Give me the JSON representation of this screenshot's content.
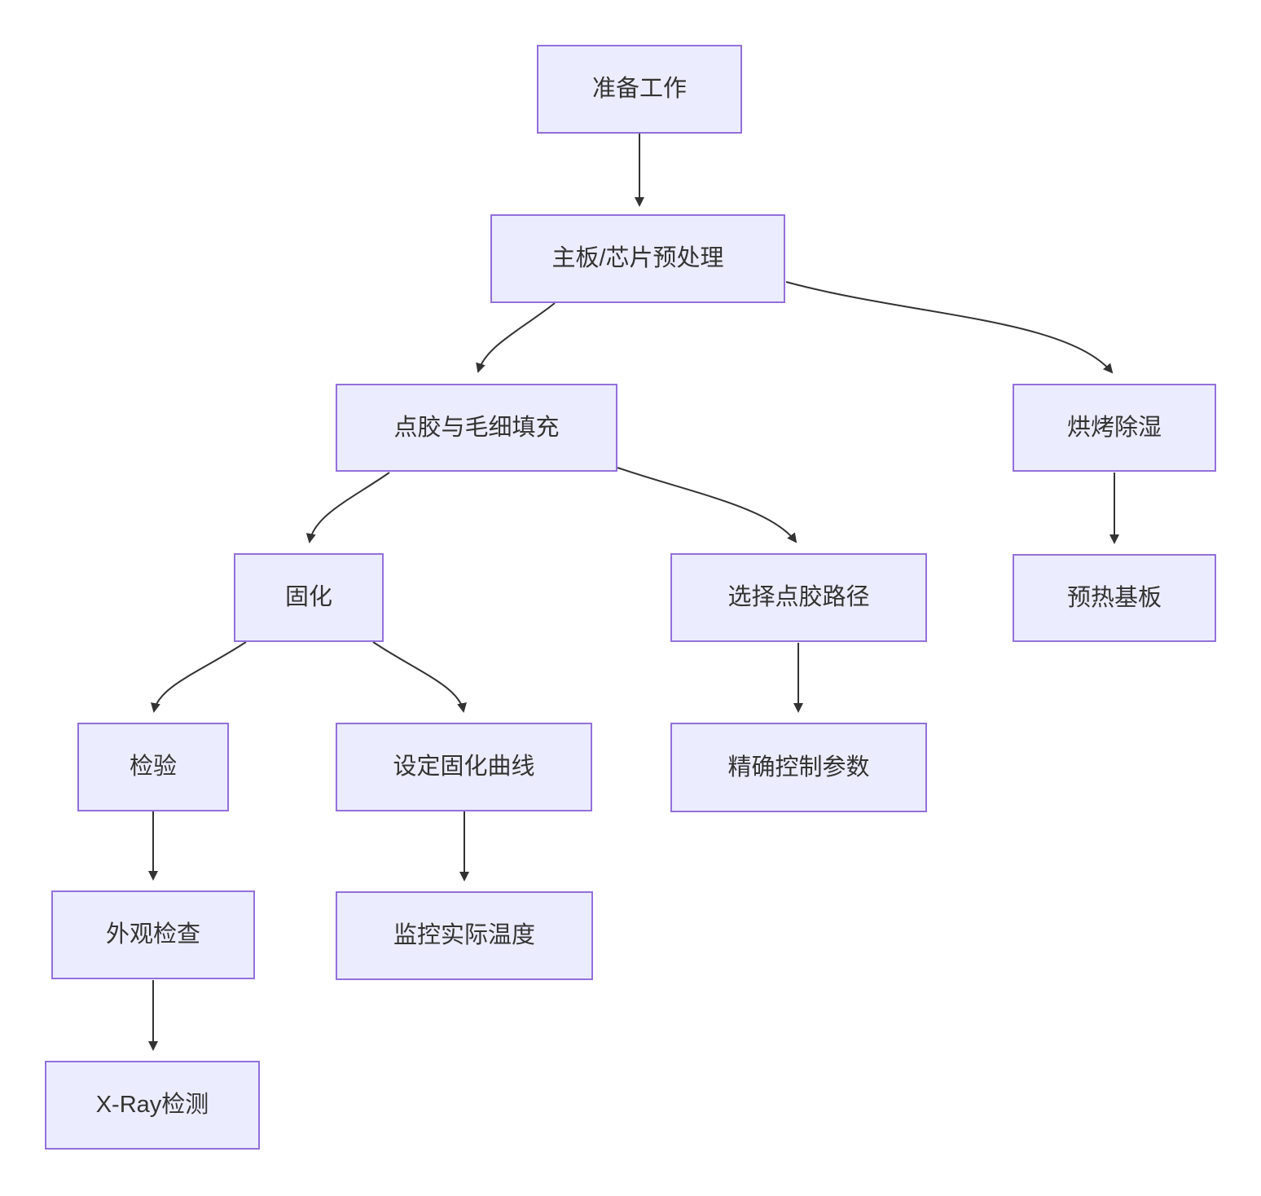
{
  "diagram": {
    "type": "flowchart",
    "direction": "top-down",
    "nodes": [
      {
        "id": "A",
        "label": "准备工作"
      },
      {
        "id": "B",
        "label": "主板/芯片预处理"
      },
      {
        "id": "C",
        "label": "点胶与毛细填充"
      },
      {
        "id": "D",
        "label": "烘烤除湿"
      },
      {
        "id": "E",
        "label": "固化"
      },
      {
        "id": "F",
        "label": "选择点胶路径"
      },
      {
        "id": "G",
        "label": "预热基板"
      },
      {
        "id": "H",
        "label": "检验"
      },
      {
        "id": "I",
        "label": "设定固化曲线"
      },
      {
        "id": "J",
        "label": "精确控制参数"
      },
      {
        "id": "K",
        "label": "外观检查"
      },
      {
        "id": "L",
        "label": "监控实际温度"
      },
      {
        "id": "M",
        "label": "X-Ray检测"
      }
    ],
    "edges": [
      {
        "from": "准备工作",
        "to": "主板/芯片预处理"
      },
      {
        "from": "主板/芯片预处理",
        "to": "点胶与毛细填充"
      },
      {
        "from": "主板/芯片预处理",
        "to": "烘烤除湿"
      },
      {
        "from": "点胶与毛细填充",
        "to": "固化"
      },
      {
        "from": "点胶与毛细填充",
        "to": "选择点胶路径"
      },
      {
        "from": "烘烤除湿",
        "to": "预热基板"
      },
      {
        "from": "固化",
        "to": "检验"
      },
      {
        "from": "固化",
        "to": "设定固化曲线"
      },
      {
        "from": "选择点胶路径",
        "to": "精确控制参数"
      },
      {
        "from": "检验",
        "to": "外观检查"
      },
      {
        "from": "设定固化曲线",
        "to": "监控实际温度"
      },
      {
        "from": "外观检查",
        "to": "X-Ray检测"
      }
    ],
    "colors": {
      "node_fill": "#ECECFF",
      "node_border": "#9370DB",
      "edge": "#333333",
      "text": "#333333",
      "background": "#FFFFFF"
    }
  }
}
